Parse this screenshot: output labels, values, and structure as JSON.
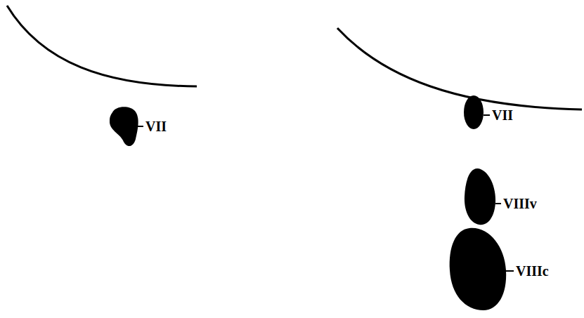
{
  "diagram": {
    "labels": [
      "VII",
      "VII",
      "VIIIv",
      "VIIIc"
    ]
  }
}
